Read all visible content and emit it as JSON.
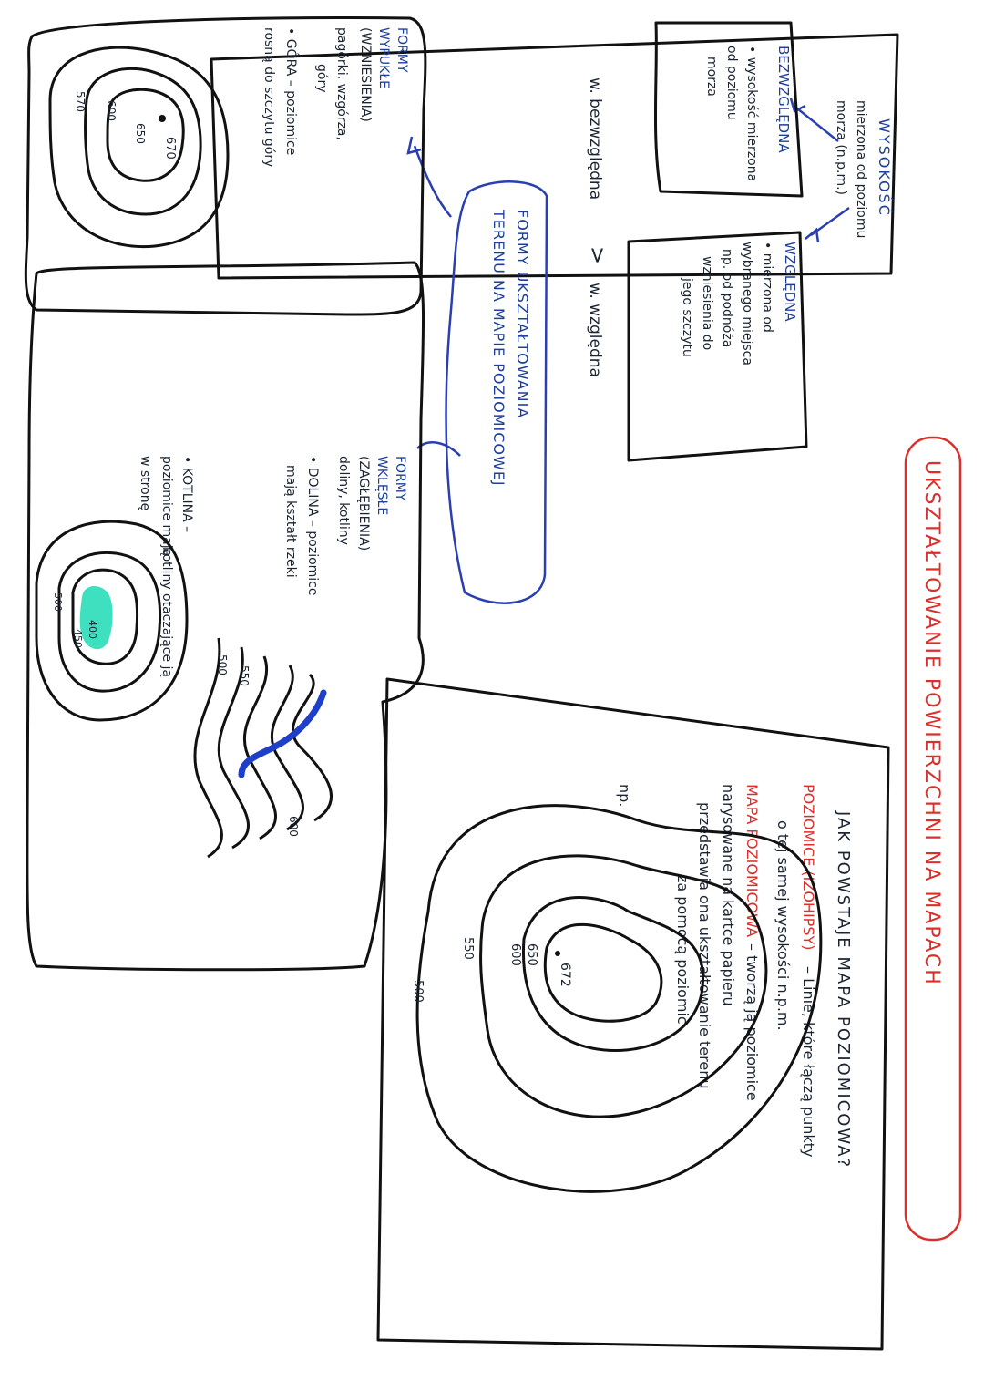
{
  "colors": {
    "ink": "#1b2433",
    "blue_ink": "#1d3f9a",
    "red_ink": "#d9302c",
    "river": "#1e40c8",
    "lake": "#3fe0c0"
  },
  "title": "UKSZTAŁTOWANIE POWIERZCHNI NA MAPACH",
  "question": "JAK POWSTAJE MAPA POZIOMICOWA?",
  "definitions": {
    "poziomice_term": "POZIOMICE (IZOHIPSY)",
    "poziomice_text1": "– Linie, które łączą punkty",
    "poziomice_text2": "o tej samej wysokości n.p.m.",
    "mapa_term": "MAPA POZIOMICOWA",
    "mapa_text1": "– tworzą ją poziomice",
    "mapa_text2": "narysowane na kartce papieru",
    "mapa_text3": "przedstawia ona ukształtowanie terenu",
    "mapa_text4": "za pomocą poziomic",
    "np": "np."
  },
  "main_map_labels": {
    "peak": "672",
    "c650": "650",
    "c600": "600",
    "c550": "550",
    "c500": "500"
  },
  "wysokosc": {
    "title": "WYSOKOŚĆ",
    "line1": "mierzona od poziomu",
    "line2": "morza (n.p.m.)"
  },
  "bezwzgledna": {
    "title": "BEZWZGLĘDNA",
    "line1": "• wysokość mierzona",
    "line2": "od poziomu",
    "line3": "morza"
  },
  "wzgledna": {
    "title": "WZGLĘDNA",
    "line1": "• mierzona od",
    "line2": "wybranego miejsca",
    "line3": "np. od podnóża",
    "line4": "wzniesienia do",
    "line5": "jego szczytu"
  },
  "comparison": {
    "left": "w. bezwzględna",
    "sign": ">",
    "right": "w. względna"
  },
  "formy_cloud": {
    "line1": "FORMY UKSZTAŁTOWANIA",
    "line2": "TERENU NA MAPIE POZIOMICOWEJ"
  },
  "wypukle": {
    "title1": "FORMY",
    "title2": "WYPUKŁE",
    "paren": "(WZNIESIENIA)",
    "list": "pagórki, wzgórza,",
    "list2": "góry",
    "gora1": "• GÓRA – poziomice",
    "gora2": "rosną do szczytu góry",
    "peak": "670",
    "c650": "650",
    "c600": "600",
    "c570": "570"
  },
  "wklesle": {
    "title1": "FORMY",
    "title2": "WKLĘSŁE",
    "paren": "(ZAGŁĘBIENIA)",
    "list": "doliny, kotliny",
    "dolina1": "• DOLINA – poziomice",
    "dolina2": "mają kształt rzeki",
    "kotlina1": "• KOTLINA –",
    "kotlina2": "poziomice mają",
    "kotlina3": "kotliny otaczające ją",
    "kotlina4": "w stronę",
    "v500": "500",
    "v550": "550",
    "v600": "600",
    "k400": "400",
    "k450": "450",
    "k500": "500"
  }
}
